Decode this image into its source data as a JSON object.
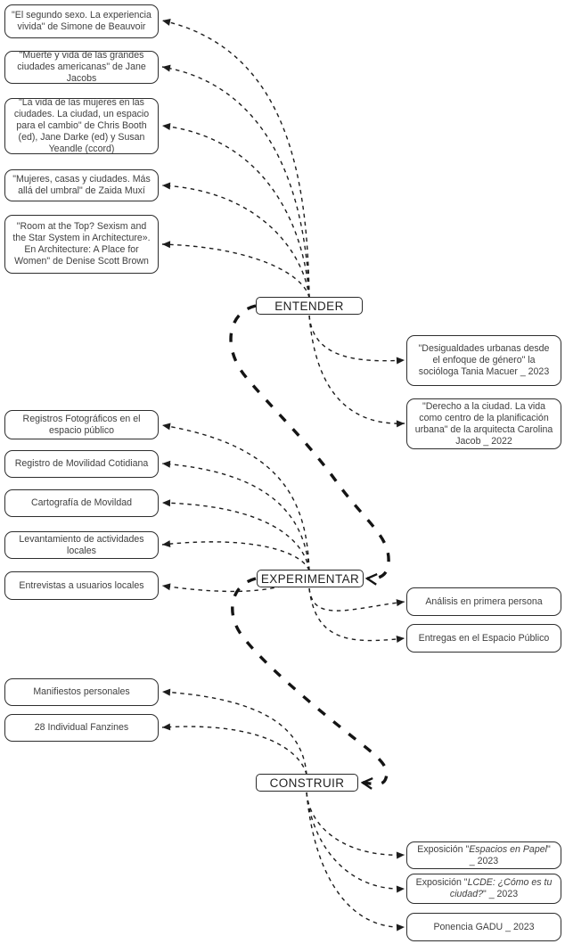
{
  "colors": {
    "background": "#ffffff",
    "line": "#1d1d1d",
    "box_border": "#2e2e2e",
    "box_text": "#3f3f3f",
    "node_border": "#2a2a2a",
    "node_text": "#222222"
  },
  "diagram": {
    "sections": [
      {
        "id": "entender",
        "node_label": "ENTENDER",
        "left_items": [
          {
            "text": "\"El segundo sexo. La experiencia vivida\" de Simone de Beauvoir"
          },
          {
            "text": "\"Muerte y vida de las grandes ciudades americanas\" de Jane Jacobs"
          },
          {
            "text": "\"La vida de las mujeres en las ciudades. La ciudad, un espacio para el cambio\" de Chris Booth (ed), Jane Darke (ed) y Susan Yeandle (ccord)"
          },
          {
            "text": "\"Mujeres, casas y ciudades. Más allá del umbral\" de Zaida Muxí"
          },
          {
            "text": "\"Room at the Top? Sexism and the Star System in Architecture». En Architecture: A Place for Women\" de Denise Scott Brown"
          }
        ],
        "right_items": [
          {
            "text": "\"Desigualdades urbanas desde el enfoque de género\" la socióloga Tania Macuer _ 2023"
          },
          {
            "text": "\"Derecho a la ciudad. La vida como centro de la planificación urbana\" de la arquitecta Carolina Jacob _ 2022"
          }
        ]
      },
      {
        "id": "experimentar",
        "node_label": "EXPERIMENTAR",
        "left_items": [
          {
            "text": "Registros Fotográficos en el espacio público"
          },
          {
            "text": "Registro de Movilidad Cotidiana"
          },
          {
            "text": "Cartografía de Movildad"
          },
          {
            "text": "Levantamiento de actividades locales"
          },
          {
            "text": "Entrevistas a usuarios locales"
          }
        ],
        "right_items": [
          {
            "text": "Análisis en primera persona"
          },
          {
            "text": "Entregas en el Espacio Público"
          }
        ]
      },
      {
        "id": "construir",
        "node_label": "CONSTRUIR",
        "left_items": [
          {
            "text": "Manifiestos personales"
          },
          {
            "text": "28 Individual Fanzines"
          }
        ],
        "right_items": [
          {
            "parts": [
              {
                "text": "Exposición \"",
                "italic": false
              },
              {
                "text": "Espacios en Papel",
                "italic": true
              },
              {
                "text": "\" _ 2023",
                "italic": false
              }
            ]
          },
          {
            "parts": [
              {
                "text": "Exposición \"",
                "italic": false
              },
              {
                "text": "LCDE: ¿Cómo es tu ciudad?",
                "italic": true
              },
              {
                "text": "\" _ 2023",
                "italic": false
              }
            ]
          },
          {
            "text": "Ponencia GADU _ 2023"
          }
        ]
      }
    ]
  }
}
